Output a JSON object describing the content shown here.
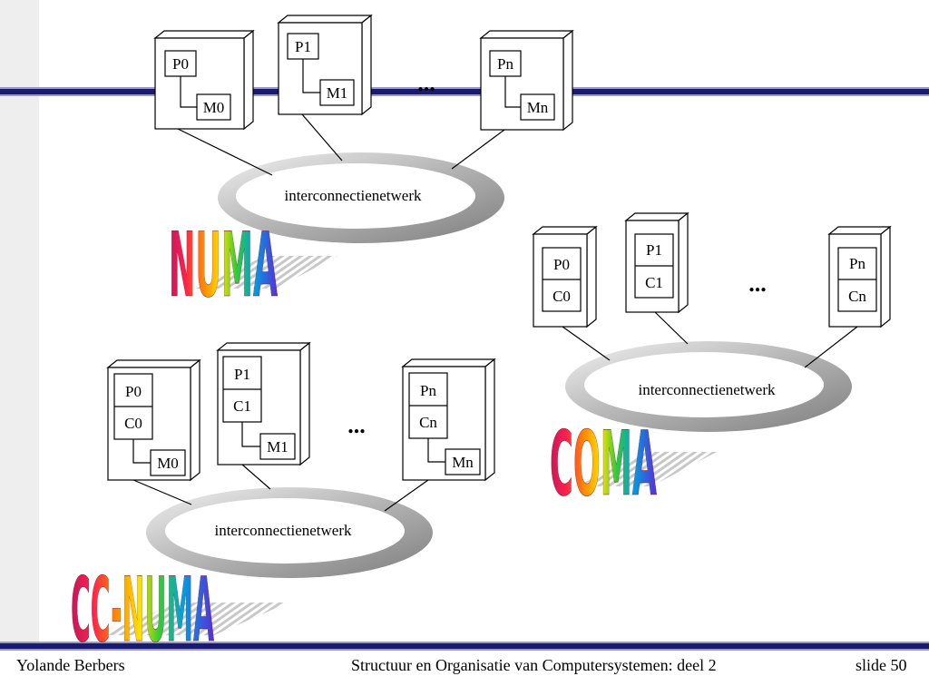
{
  "footer": {
    "author": "Yolande Berbers",
    "course": "Structuur en Organisatie van Computersystemen: deel 2",
    "slide": "slide 50"
  },
  "numa": {
    "title": "NUMA",
    "network": "interconnectienetwerk",
    "ellipsis": "...",
    "nodes": [
      {
        "p": "P0",
        "m": "M0"
      },
      {
        "p": "P1",
        "m": "M1"
      },
      {
        "p": "Pn",
        "m": "Mn"
      }
    ]
  },
  "coma": {
    "title": "COMA",
    "network": "interconnectienetwerk",
    "ellipsis": "...",
    "nodes": [
      {
        "p": "P0",
        "c": "C0"
      },
      {
        "p": "P1",
        "c": "C1"
      },
      {
        "p": "Pn",
        "c": "Cn"
      }
    ]
  },
  "ccnuma": {
    "title": "CC-NUMA",
    "network": "interconnectienetwerk",
    "ellipsis": "...",
    "nodes": [
      {
        "p": "P0",
        "c": "C0",
        "m": "M0"
      },
      {
        "p": "P1",
        "c": "C1",
        "m": "M1"
      },
      {
        "p": "Pn",
        "c": "Cn",
        "m": "Mn"
      }
    ]
  },
  "colors": {
    "rule": "#1a1a6e",
    "sidebar": "#eeeeee",
    "ring_light": "#eeeeee",
    "ring_dark": "#8a8a8a"
  }
}
